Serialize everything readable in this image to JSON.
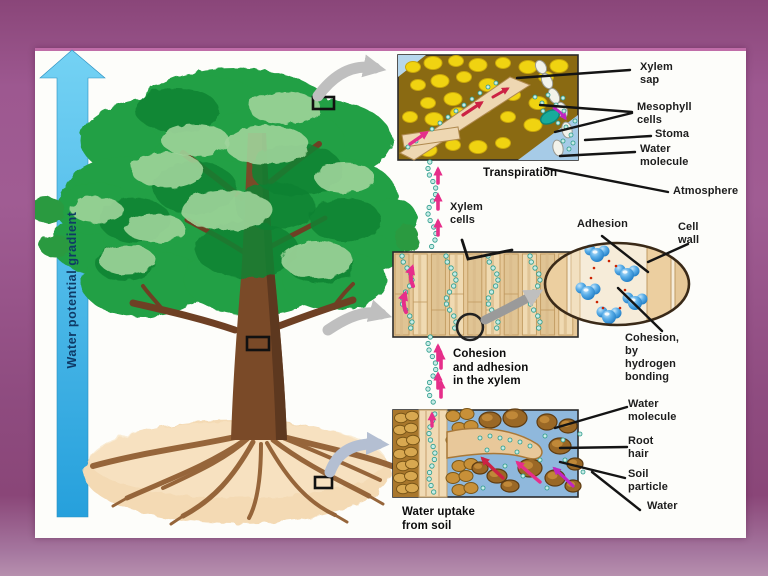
{
  "axis": {
    "label": "Water potential gradient"
  },
  "captions": {
    "transpiration": "Transpiration",
    "cohesion": "Cohesion\nand adhesion\nin the xylem",
    "uptake": "Water uptake\nfrom soil"
  },
  "leaf": {
    "xylem_sap": "Xylem\nsap",
    "mesophyll": "Mesophyll\ncells",
    "stoma": "Stoma",
    "water_molecule": "Water\nmolecule",
    "atmosphere": "Atmosphere"
  },
  "xylem": {
    "cells": "Xylem\ncells",
    "adhesion": "Adhesion",
    "cell_wall": "Cell\nwall",
    "cohesion_hb": "Cohesion,\nby\nhydrogen\nbonding"
  },
  "root": {
    "water_molecule": "Water\nmolecule",
    "root_hair": "Root\nhair",
    "soil_particle": "Soil\nparticle",
    "water": "Water"
  },
  "colors": {
    "water_arrow_blue": "#3fb3e8",
    "flow_arrow_pink": "#e62e8a",
    "molecule_teal": "#c8ece6",
    "mesophyll_yellow": "#f0d311",
    "xylem_tan": "#e6c898",
    "soil_brown": "#9a6826",
    "water_blue": "#8fb8dc",
    "canopy_green": "#22a044",
    "trunk_brown": "#7a4a28",
    "slide_purple": "#9d5890"
  }
}
